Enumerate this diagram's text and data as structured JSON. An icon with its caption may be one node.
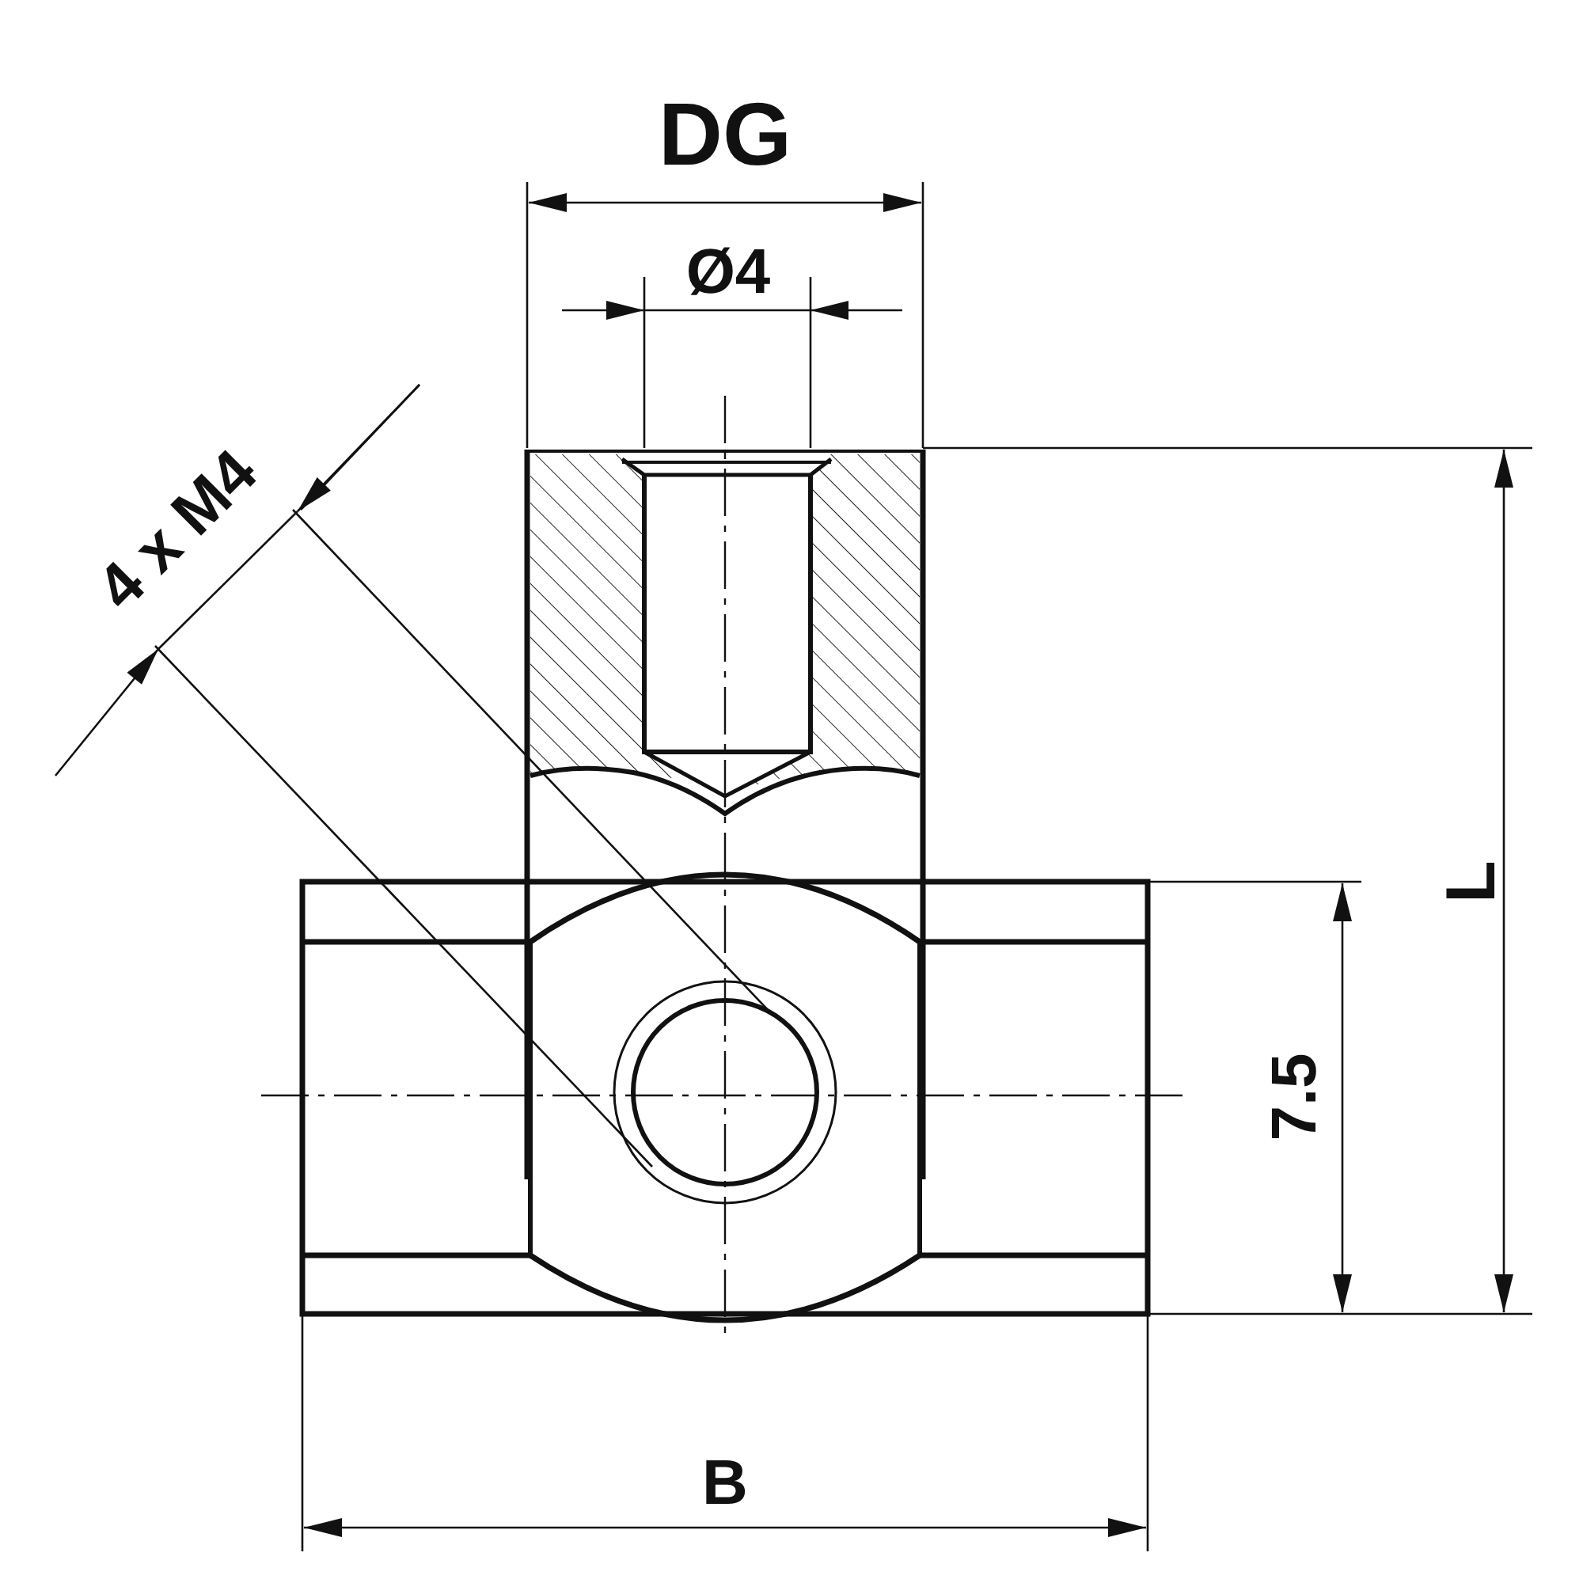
{
  "diagram": {
    "labels": [
      "DG",
      "Ø4",
      "4 x M4",
      "L",
      "7.5",
      "B"
    ]
  }
}
